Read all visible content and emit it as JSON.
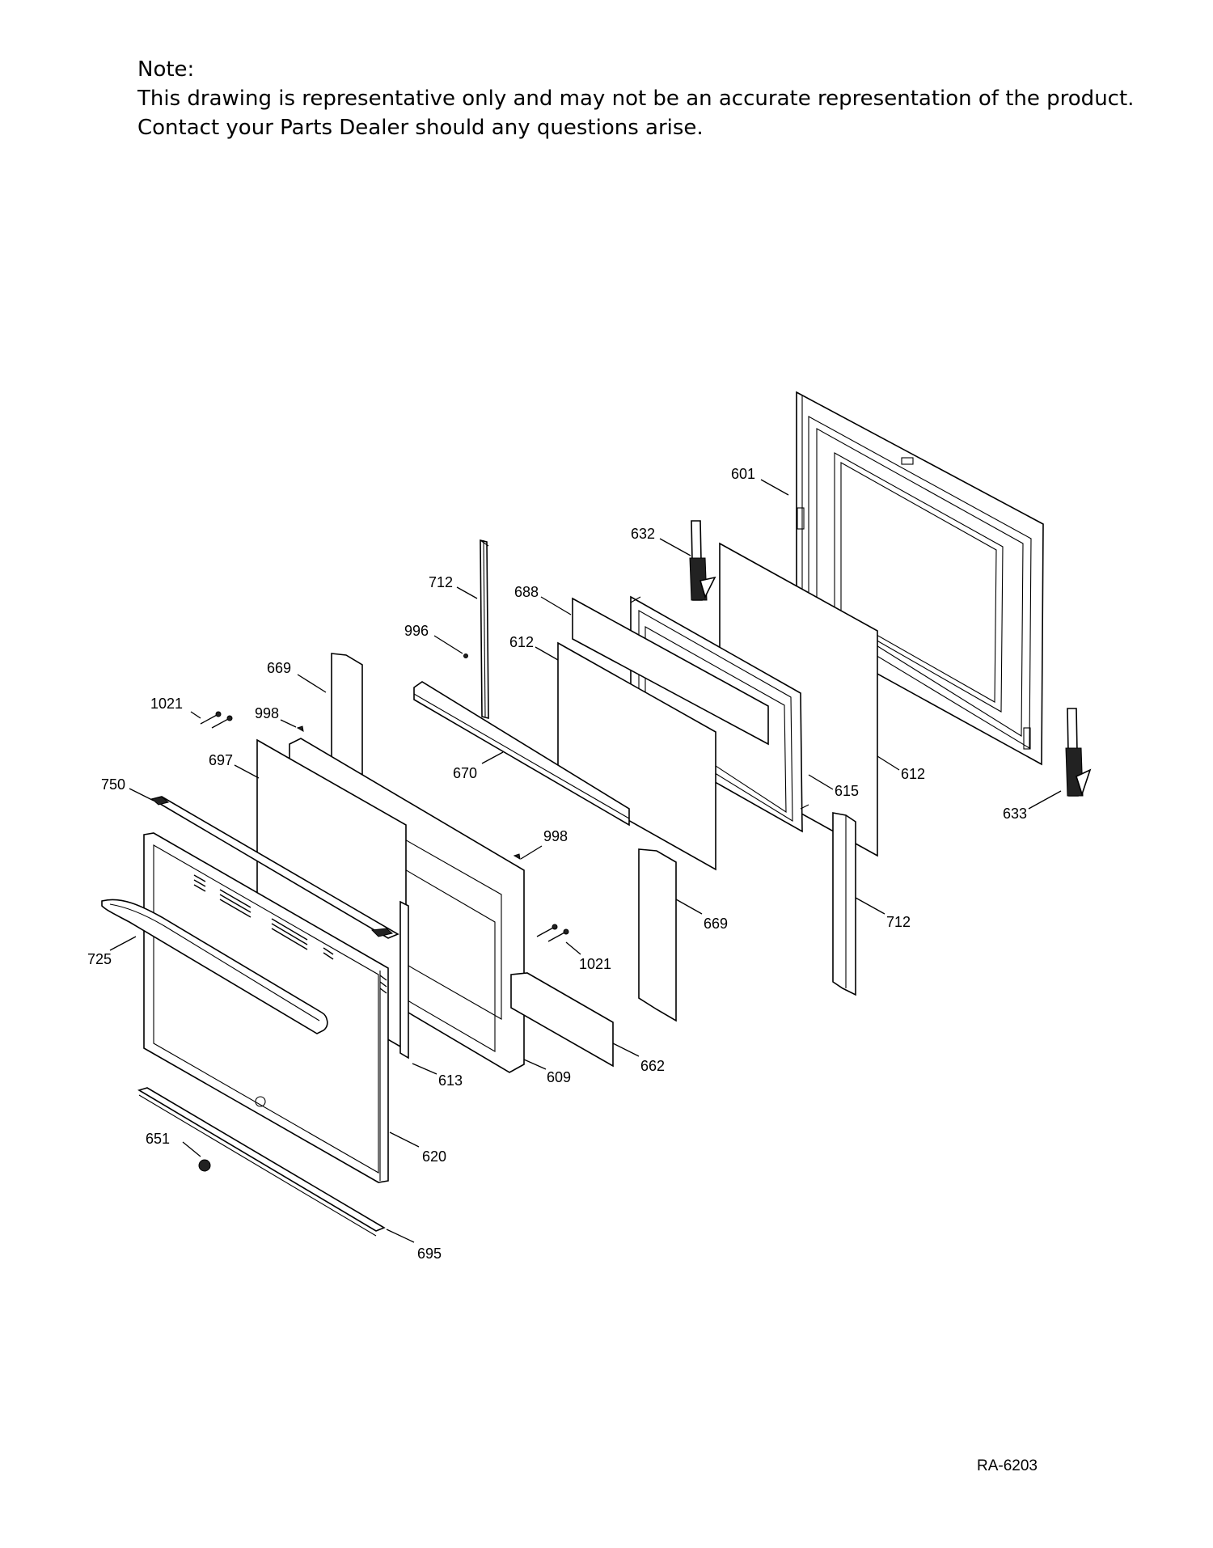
{
  "note": {
    "heading": "Note:",
    "line1": "This drawing is representative only and may not be an accurate representation of the product.",
    "line2": "Contact your Parts Dealer should any questions arise."
  },
  "labels": {
    "p601": "601",
    "p632": "632",
    "p712a": "712",
    "p688": "688",
    "p996": "996",
    "p612a": "612",
    "p669a": "669",
    "p1021a": "1021",
    "p998a": "998",
    "p697": "697",
    "p670": "670",
    "p615": "615",
    "p612b": "612",
    "p633": "633",
    "p750": "750",
    "p998b": "998",
    "p669b": "669",
    "p712b": "712",
    "p725": "725",
    "p1021b": "1021",
    "p613": "613",
    "p609": "609",
    "p662": "662",
    "p651": "651",
    "p620": "620",
    "p695": "695"
  },
  "reference_code": "RA-6203"
}
